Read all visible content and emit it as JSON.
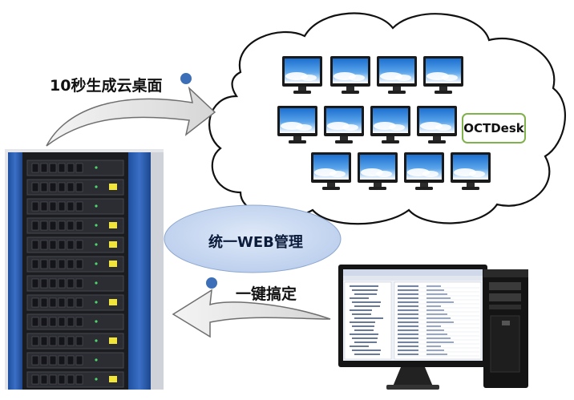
{
  "caption_fast_desktop": "10秒生成云桌面",
  "caption_unified_web": "统一WEB管理",
  "caption_one_click": "一键搞定",
  "octdesk_label": "OCTDesk",
  "colors": {
    "arrow_fill": "#e9e9e9",
    "arrow_stroke": "#6f6f6f",
    "bullet": "#3d6fb8",
    "ellipse_fill": "#c9d9f1",
    "octdesk_border": "#7fb24a",
    "cloud_stroke": "#111111",
    "rack_blue": "#2a5aa8"
  },
  "icons": [
    "cloud-icon",
    "monitor-icon",
    "server-rack-image",
    "workstation-icon"
  ]
}
